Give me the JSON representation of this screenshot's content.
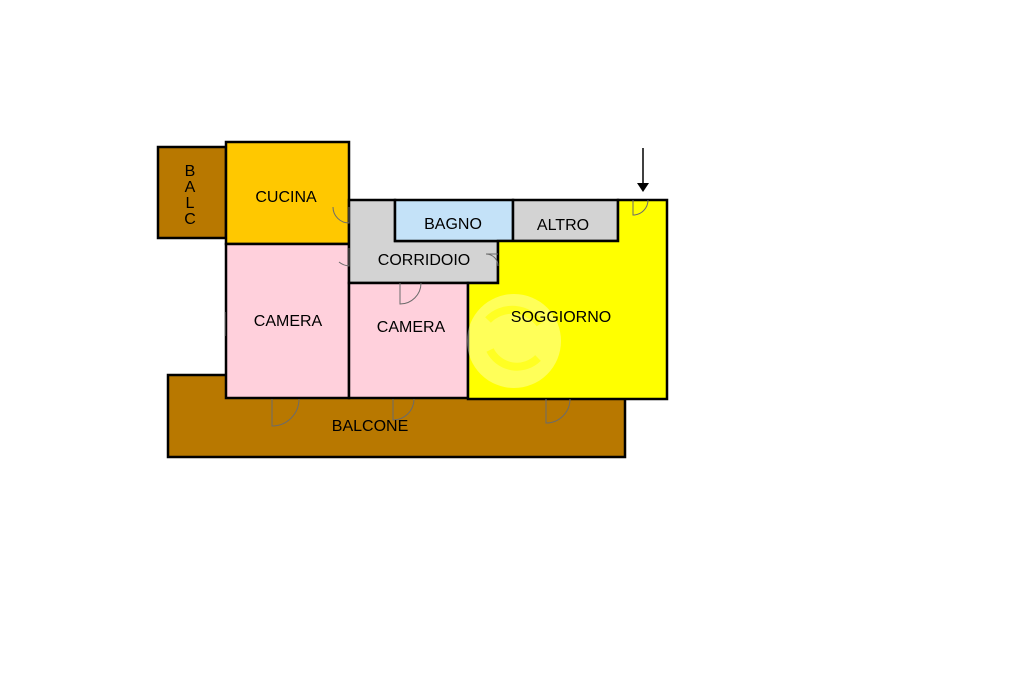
{
  "colors": {
    "balcony": "#b87800",
    "kitchen": "#ffc800",
    "bedroom": "#ffd0dc",
    "hallway": "#d3d3d3",
    "bathroom": "#c4e2f8",
    "other": "#d3d3d3",
    "living": "#ffff00",
    "wall": "#000000"
  },
  "rooms": {
    "balc_small": {
      "label_letters": [
        "B",
        "A",
        "L",
        "C"
      ]
    },
    "cucina": {
      "label": "CUCINA"
    },
    "bagno": {
      "label": "BAGNO"
    },
    "altro": {
      "label": "ALTRO"
    },
    "corridoio": {
      "label": "CORRIDOIO"
    },
    "camera_left": {
      "label": "CAMERA"
    },
    "camera_center": {
      "label": "CAMERA"
    },
    "soggiorno": {
      "label": "SOGGIORNO"
    },
    "balcone": {
      "label": "BALCONE"
    }
  },
  "icons": {
    "entrance": "entrance-arrow-icon",
    "door": "door-swing-icon",
    "watermark": "watermark-logo-icon"
  }
}
